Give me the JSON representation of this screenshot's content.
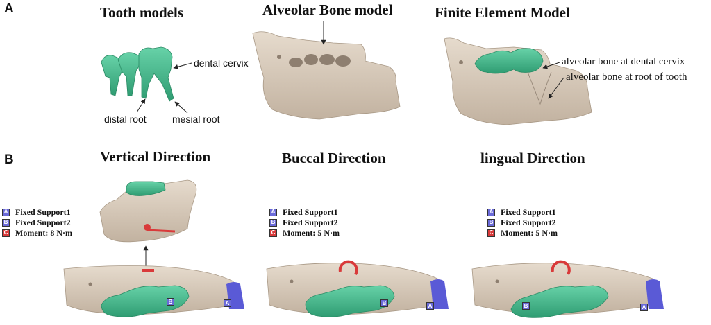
{
  "panel_a": {
    "letter": "A",
    "tooth_title": "Tooth models",
    "bone_title": "Alveolar Bone model",
    "fem_title": "Finite Element Model",
    "label_dental_cervix": "dental cervix",
    "label_distal_root": "distal root",
    "label_mesial_root": "mesial root",
    "label_bone_cervix": "alveolar bone at dental cervix",
    "label_bone_root": "alveolar bone at root of tooth"
  },
  "panel_b": {
    "letter": "B",
    "vertical_title": "Vertical Direction",
    "buccal_title": "Buccal Direction",
    "lingual_title": "lingual Direction",
    "legend_vertical": [
      {
        "key": "A",
        "label": "Fixed Support1"
      },
      {
        "key": "B",
        "label": "Fixed Support2"
      },
      {
        "key": "C",
        "label": "Moment:  8 N·m"
      }
    ],
    "legend_buccal": [
      {
        "key": "A",
        "label": "Fixed Support1"
      },
      {
        "key": "B",
        "label": "Fixed Support2"
      },
      {
        "key": "C",
        "label": "Moment:  5 N·m"
      }
    ],
    "legend_lingual": [
      {
        "key": "A",
        "label": "Fixed Support1"
      },
      {
        "key": "B",
        "label": "Fixed Support2"
      },
      {
        "key": "C",
        "label": "Moment:  5 N·m"
      }
    ],
    "marker_a": "A",
    "marker_b": "B"
  },
  "colors": {
    "tooth": "#4fbf94",
    "bone": "#d8cab9",
    "support": "#5a5ad6",
    "moment": "#d93a3a"
  }
}
